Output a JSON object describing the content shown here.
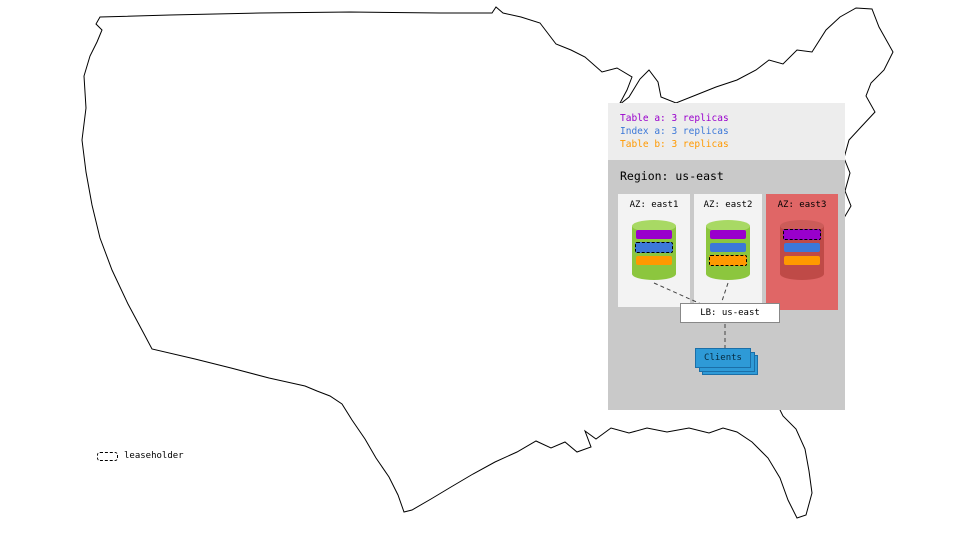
{
  "legend": {
    "items": [
      {
        "label": "Table a: 3 replicas",
        "color": "#9900cc"
      },
      {
        "label": "Index a: 3 replicas",
        "color": "#3c78d8"
      },
      {
        "label": "Table b: 3 replicas",
        "color": "#ff9900"
      }
    ]
  },
  "region": {
    "title": "Region: us-east",
    "azs": [
      {
        "name": "AZ: east1",
        "status": "up",
        "leaseholder": "Index a"
      },
      {
        "name": "AZ: east2",
        "status": "up",
        "leaseholder": "Table b"
      },
      {
        "name": "AZ: east3",
        "status": "down",
        "leaseholder": "Table a"
      }
    ],
    "load_balancer": {
      "label": "LB: us-east"
    },
    "clients": {
      "label": "Clients"
    }
  },
  "map_legend": {
    "leaseholder": "leaseholder"
  },
  "colors": {
    "table_a": "#9900cc",
    "index_a": "#3c78d8",
    "table_b": "#ff9900",
    "node_up": "#8cc63e",
    "node_down": "#bf4a47",
    "az_up_bg": "#f3f3f3",
    "az_down_bg": "#e06666",
    "region_bg": "#c9c9c9",
    "legend_bg": "#ededed",
    "clients_fill": "#2e9ad7"
  }
}
